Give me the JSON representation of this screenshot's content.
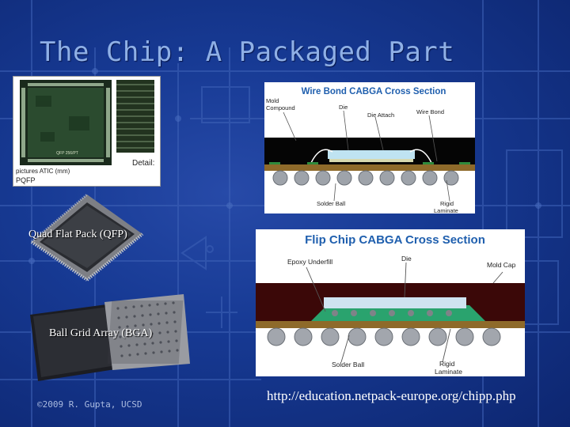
{
  "slide": {
    "title": "The Chip: A Packaged Part",
    "footer": "©2009 R. Gupta, UCSD",
    "source_url": "http://education.netpack-europe.org/chipp.php"
  },
  "pqfp_photo": {
    "chip_marking": "QFP 256/PT",
    "detail_label": "Detail:",
    "credit": "pictures ATIC (mm)",
    "caption": "PQFP"
  },
  "qfp": {
    "caption": "Quad Flat Pack (QFP)"
  },
  "bga": {
    "caption": "Ball Grid Array (BGA)"
  },
  "wire_bond": {
    "title": "Wire Bond CABGA Cross Section",
    "labels": {
      "mold": "Mold\nCompound",
      "die": "Die",
      "die_attach": "Die Attach",
      "wire_bond": "Wire Bond",
      "solder": "Solder Ball",
      "laminate": "Rigid\nLaminate"
    }
  },
  "flip_chip": {
    "title": "Flip Chip CABGA Cross Section",
    "labels": {
      "underfill": "Epoxy Underfill",
      "die": "Die",
      "mold_cap": "Mold Cap",
      "solder": "Solder Ball",
      "laminate": "Rigid\nLaminate"
    }
  },
  "colors": {
    "title": "#8fb0e6",
    "background": "#173a94",
    "diagram_title": "#1f5fae"
  }
}
